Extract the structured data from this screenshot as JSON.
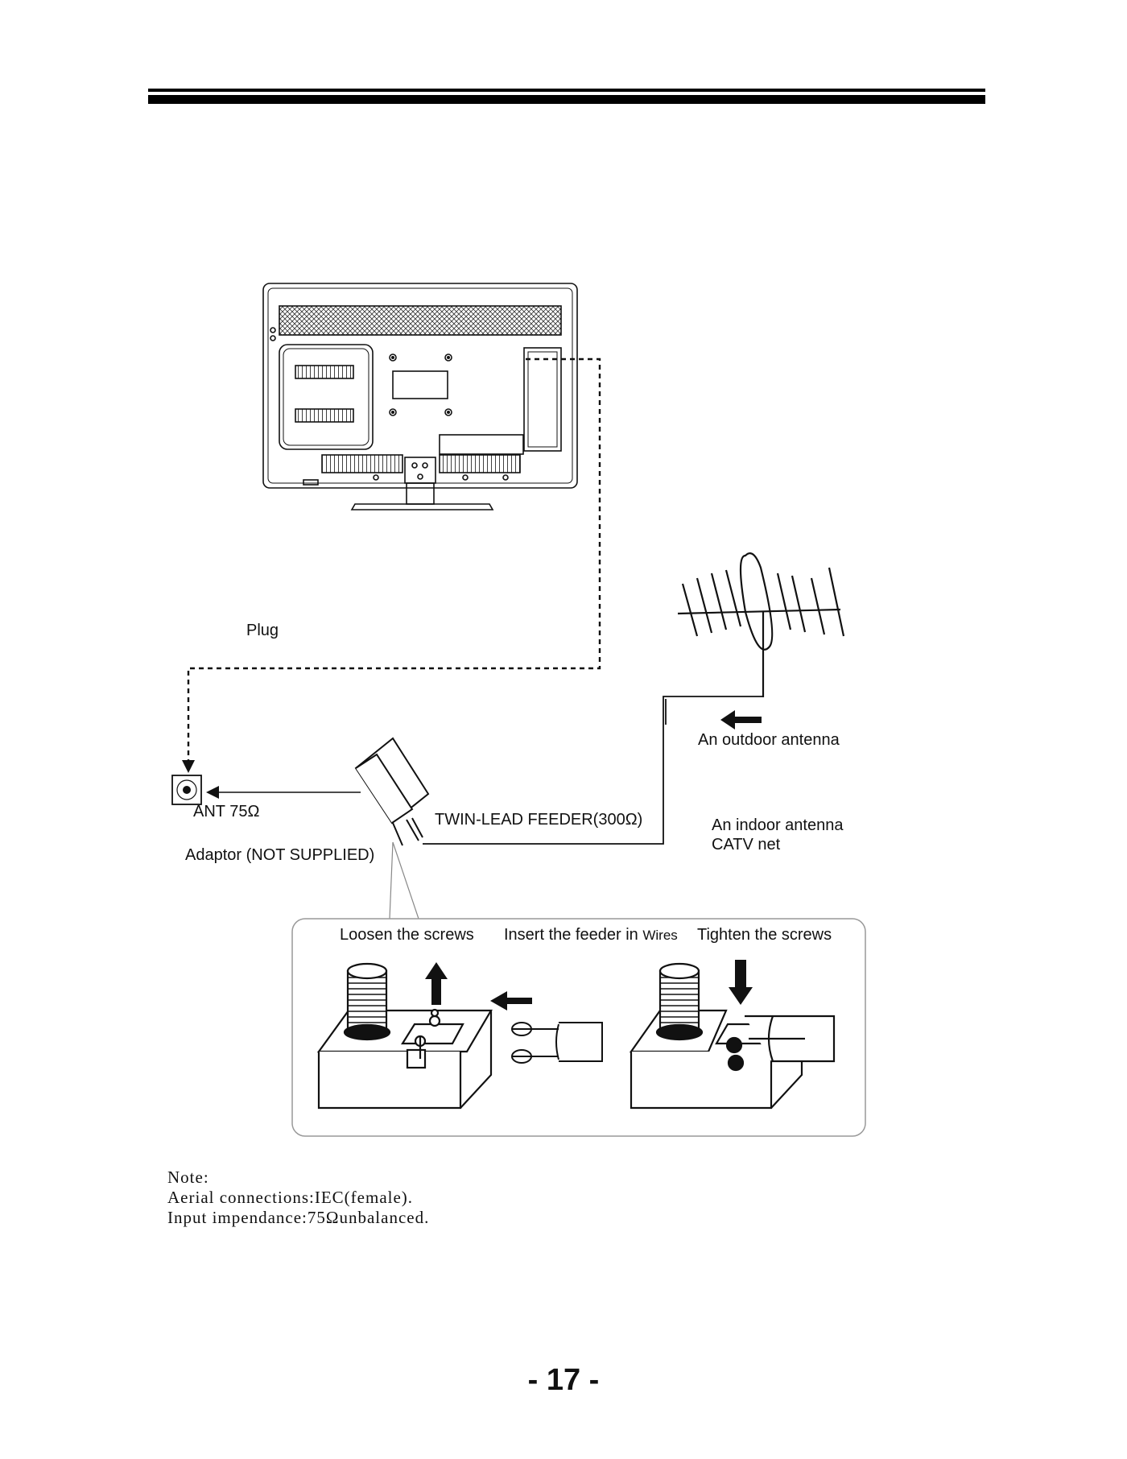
{
  "labels": {
    "plug": "Plug",
    "ant": "ANT 75Ω",
    "adaptor": "Adaptor  (NOT SUPPLIED)",
    "twin_lead": "TWIN-LEAD FEEDER(300Ω)",
    "outdoor": "An outdoor antenna",
    "indoor_line1": "An indoor antenna",
    "indoor_line2": "CATV net",
    "loosen": "Loosen the screws",
    "insert_main": "Insert the feeder in",
    "insert_wires": "Wires",
    "tighten": "Tighten the screws"
  },
  "note": {
    "title": "Note:",
    "line1": "Aerial connections:IEC(female).",
    "line2": "Input impendance:75Ωunbalanced."
  },
  "page_number": "- 17 -"
}
